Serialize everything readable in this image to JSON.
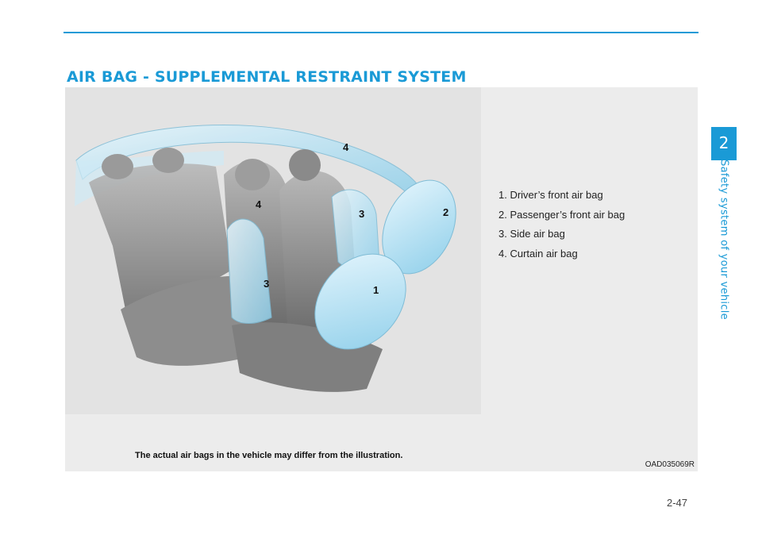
{
  "section_title": "AIR BAG - SUPPLEMENTAL RESTRAINT SYSTEM",
  "legend": [
    "1. Driver’s front air bag",
    "2. Passenger’s front air bag",
    "3. Side air bag",
    "4. Curtain air bag"
  ],
  "figure_labels": [
    "4",
    "4",
    "3",
    "2",
    "3",
    "1"
  ],
  "caption": "The actual air bags in the vehicle may differ from the illustration.",
  "figure_code": "OAD035069R",
  "chapter_number": "2",
  "chapter_title": "Safety system of your vehicle",
  "page_number": "2-47",
  "colors": {
    "accent": "#1a9ad6",
    "airbag": "#a9dcf0"
  }
}
